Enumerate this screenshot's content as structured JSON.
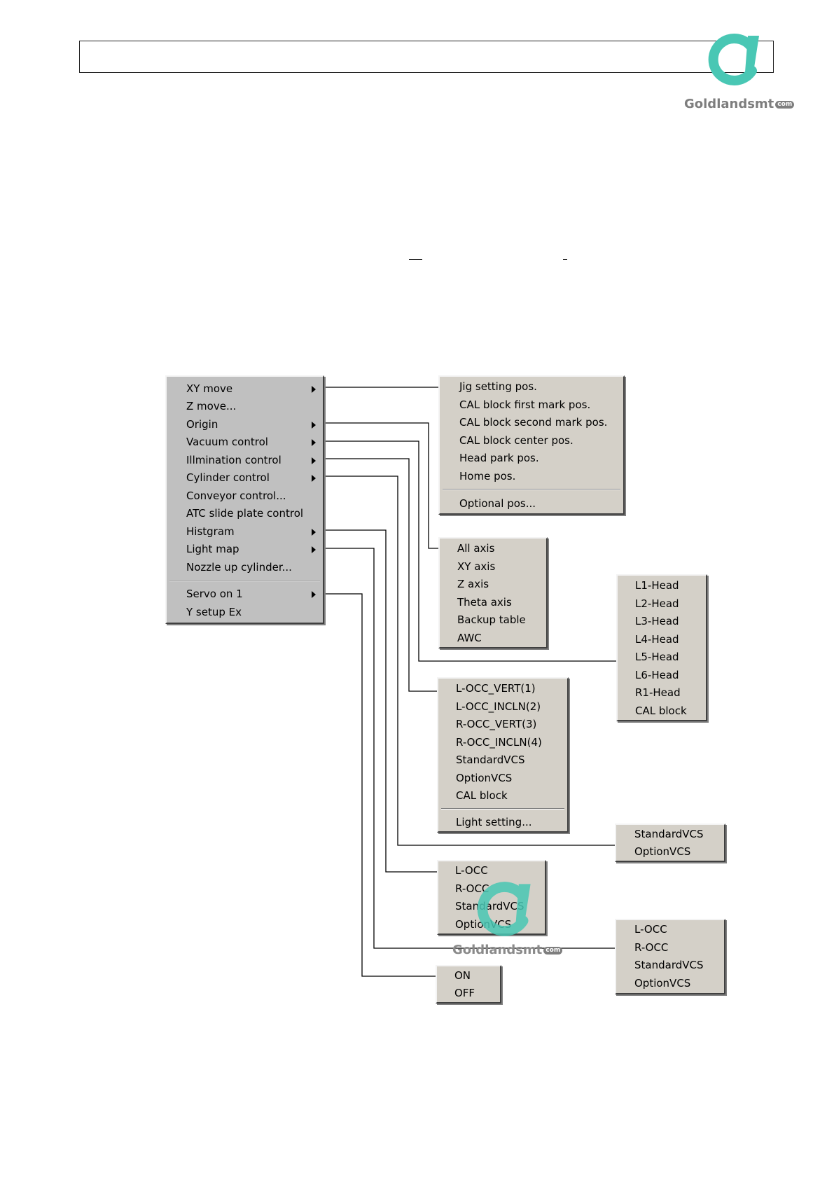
{
  "logo": {
    "text": "Goldlandsmt",
    "badge": "com"
  },
  "main_menu": {
    "items": [
      {
        "label": "XY move",
        "submenu": true
      },
      {
        "label": "Z move...",
        "submenu": false
      },
      {
        "label": "Origin",
        "submenu": true
      },
      {
        "label": "Vacuum control",
        "submenu": true
      },
      {
        "label": "Illmination control",
        "submenu": true
      },
      {
        "label": "Cylinder control",
        "submenu": true
      },
      {
        "label": "Conveyor control...",
        "submenu": false
      },
      {
        "label": "ATC slide plate control",
        "submenu": false
      },
      {
        "label": "Histgram",
        "submenu": true
      },
      {
        "label": "Light map",
        "submenu": true
      },
      {
        "label": "Nozzle up cylinder...",
        "submenu": false
      },
      {
        "label": "Servo on 1",
        "submenu": true
      },
      {
        "label": "Y setup Ex",
        "submenu": false
      }
    ]
  },
  "xy_move_menu": {
    "items": [
      "Jig setting pos.",
      "CAL block first mark pos.",
      "CAL block second mark pos.",
      "CAL block center pos.",
      "Head park pos.",
      "Home pos.",
      "Optional pos..."
    ]
  },
  "origin_menu": {
    "items": [
      "All axis",
      "XY axis",
      "Z axis",
      "Theta axis",
      "Backup table",
      "AWC"
    ]
  },
  "vacuum_menu": {
    "items": [
      "L1-Head",
      "L2-Head",
      "L3-Head",
      "L4-Head",
      "L5-Head",
      "L6-Head",
      "R1-Head",
      "CAL block"
    ]
  },
  "illumination_menu": {
    "items": [
      "L-OCC_VERT(1)",
      "L-OCC_INCLN(2)",
      "R-OCC_VERT(3)",
      "R-OCC_INCLN(4)",
      "StandardVCS",
      "OptionVCS",
      "CAL block",
      "Light setting..."
    ]
  },
  "cylinder_menu": {
    "items": [
      "StandardVCS",
      "OptionVCS"
    ]
  },
  "histgram_menu": {
    "items": [
      "L-OCC",
      "R-OCC",
      "StandardVCS",
      "OptionVCS"
    ]
  },
  "light_map_menu": {
    "items": [
      "L-OCC",
      "R-OCC",
      "StandardVCS",
      "OptionVCS"
    ]
  },
  "servo_menu": {
    "items": [
      "ON",
      "OFF"
    ]
  }
}
